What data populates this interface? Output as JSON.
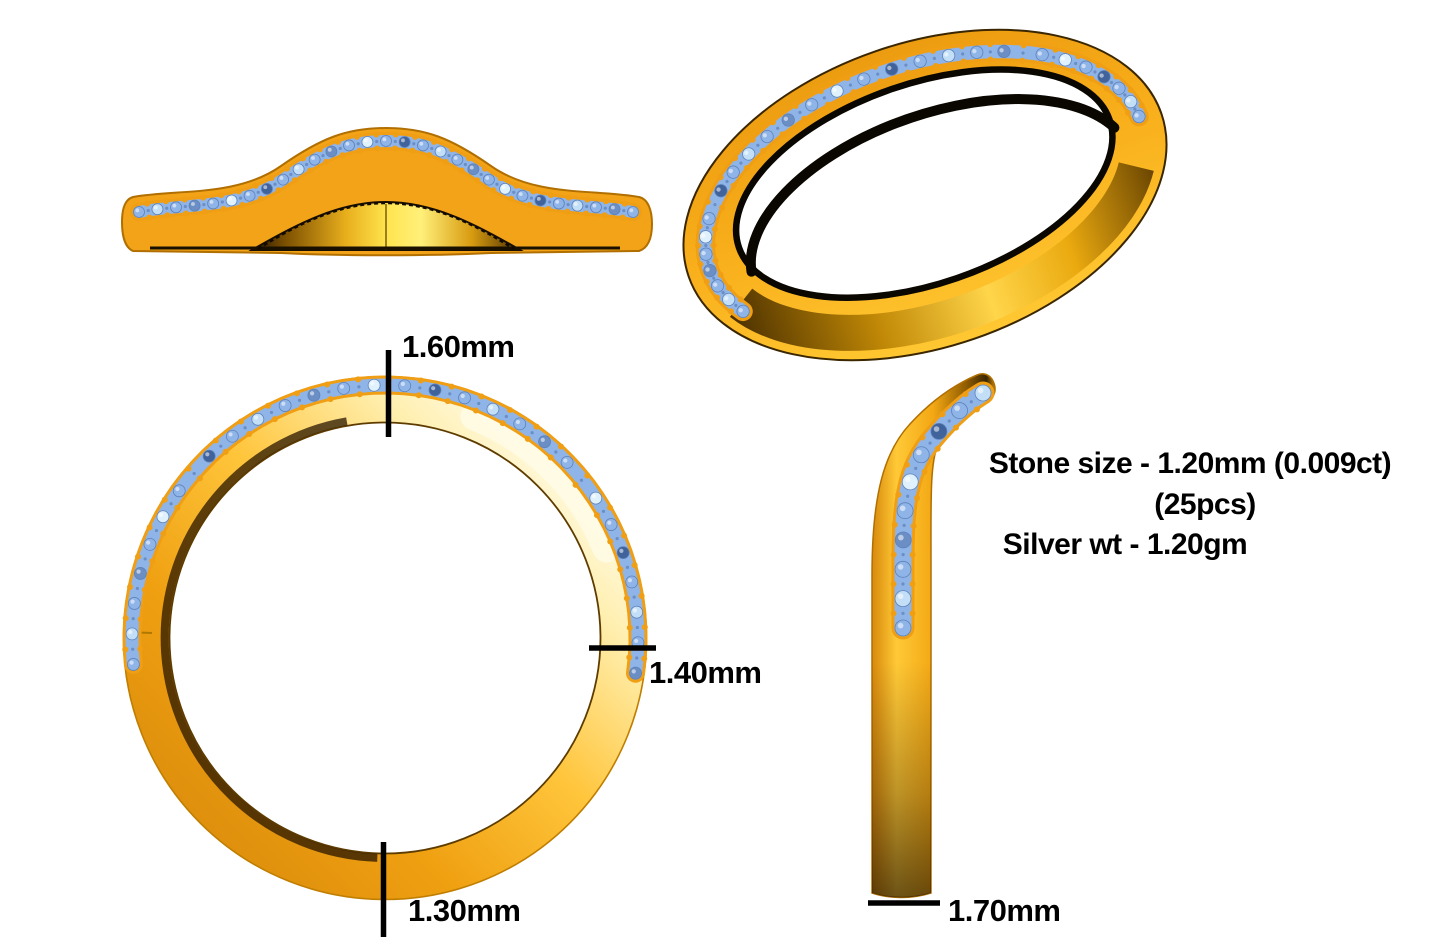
{
  "page": {
    "background": "#ffffff"
  },
  "dimensions": {
    "band_top_thickness": "1.60mm",
    "band_side_thickness": "1.40mm",
    "band_bottom_thickness": "1.30mm",
    "profile_bottom_width": "1.70mm"
  },
  "annotations": {
    "stone_size": "Stone size - 1.20mm (0.009ct)",
    "pieces": "(25pcs)",
    "silver_weight": "Silver wt - 1.20gm"
  },
  "colors": {
    "gold": "#F3A317",
    "gold_prong": "#F09E14",
    "gold_bright": "#FFD84A",
    "gold_deep": "#B06F00",
    "gold_shadow": "#3A2600",
    "stone_blue": "#8FB4E8",
    "stone_blue_light": "#C3DFF7",
    "stone_blue_pale": "#DFF1FC",
    "stone_blue_dark": "#6B8FC4",
    "stone_blue_navy": "#41639B",
    "stone_edge": "#5E82B8",
    "outline_black": "#0A0600",
    "text_color": "#000000"
  },
  "stone_bands": {
    "side_view_stones": 29,
    "perspective_view_stones": 27,
    "front_view_stones": 28,
    "profile_view_stones": 10
  }
}
